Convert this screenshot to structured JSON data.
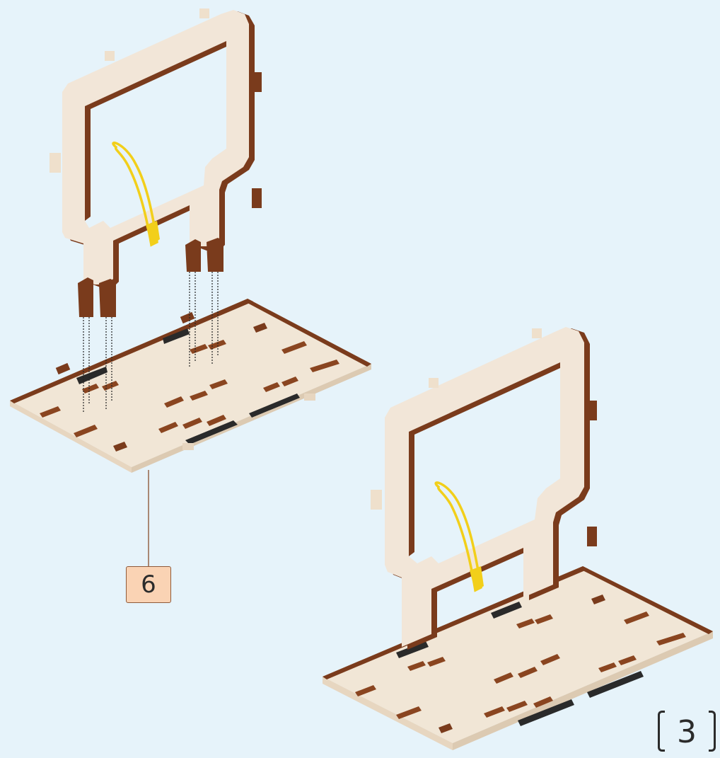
{
  "diagram": {
    "part_label": "6",
    "step_number": "3"
  },
  "colors": {
    "background": "#e6f3fa",
    "wood_face": "#f2e6d8",
    "wood_edge": "#7a3b1c",
    "wood_edge_dark": "#5a2a10",
    "slot_dark": "#2a2a2a",
    "loop_yellow": "#f2cf1a",
    "label_fill": "#fad3b4",
    "label_border": "#8f5a3a"
  },
  "icons": {
    "frame": "wooden-frame-part",
    "base": "wooden-base-plate-part",
    "loop": "elastic-loop"
  }
}
